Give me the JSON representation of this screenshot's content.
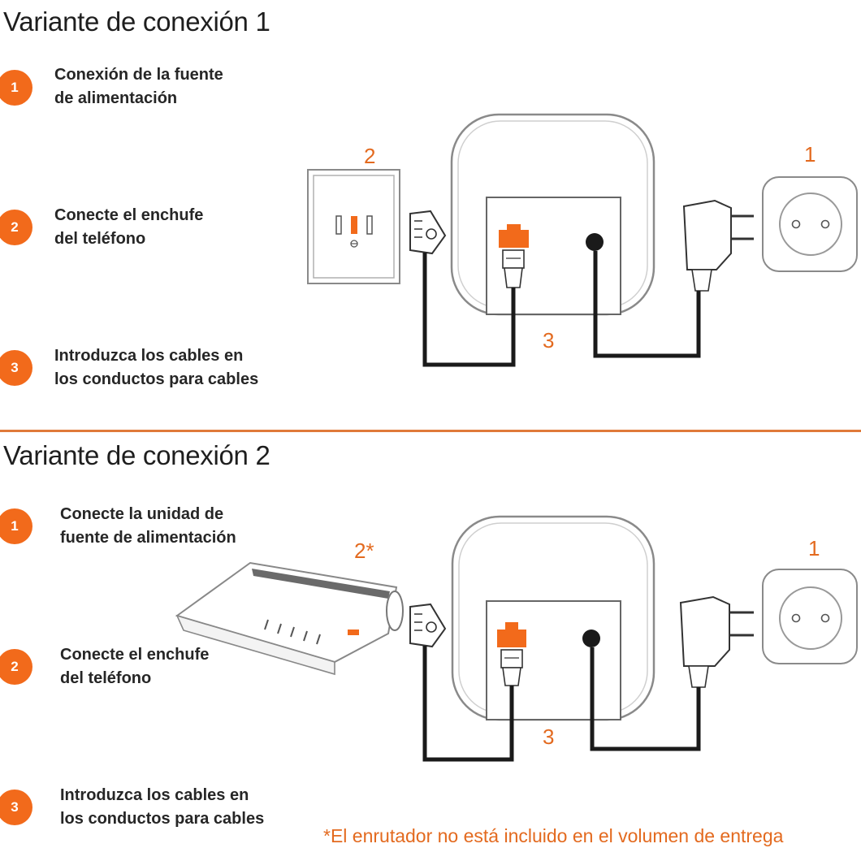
{
  "sections": [
    {
      "title": "Variante de conexión 1",
      "steps": [
        {
          "number": "1",
          "line1": "Conexión de la fuente",
          "line2": "de alimentación"
        },
        {
          "number": "2",
          "line1": "Conecte el enchufe",
          "line2": "del teléfono"
        },
        {
          "number": "3",
          "line1": "Introduzca los cables en",
          "line2": "los conductos para cables"
        }
      ],
      "diagram_labels": {
        "wall_socket": "2",
        "power_outlet": "1",
        "cables": "3"
      }
    },
    {
      "title": "Variante de conexión 2",
      "steps": [
        {
          "number": "1",
          "line1": "Conecte la unidad de",
          "line2": "fuente de alimentación"
        },
        {
          "number": "2",
          "line1": "Conecte el enchufe",
          "line2": "del teléfono"
        },
        {
          "number": "3",
          "line1": "Introduzca los cables en",
          "line2": "los conductos para cables"
        }
      ],
      "diagram_labels": {
        "router": "2*",
        "power_outlet": "1",
        "cables": "3"
      }
    }
  ],
  "footnote": "*El enrutador no está incluido en el volumen de entrega",
  "colors": {
    "accent": "#f26a1b",
    "cable": "#1a1a1a",
    "outline": "#8a8a8a"
  }
}
